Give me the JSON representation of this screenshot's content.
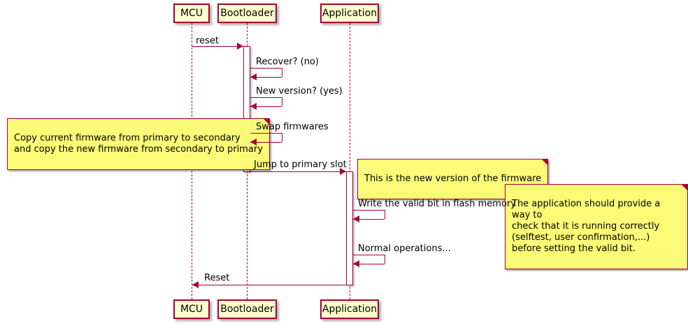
{
  "participants": {
    "mcu": "MCU",
    "bootloader": "Bootloader",
    "application": "Application"
  },
  "messages": {
    "reset": "reset",
    "recover": "Recover? (no)",
    "new_version": "New version? (yes)",
    "swap": "Swap firmwares",
    "jump": "Jump to primary slot",
    "write_valid": "Write the valid bit in flash memory",
    "normal_ops": "Normal operations...",
    "reset_back": "Reset"
  },
  "notes": {
    "copy_firmware": "Copy current firmware from primary to secondary\nand copy the new firmware from secondary to primary",
    "new_firmware": "This is the new version of the firmware",
    "valid_bit": "The application should provide a way to\ncheck that it is running correctly\n(selftest, user confirmation,...)\nbefore setting the valid bit."
  },
  "colors": {
    "border": "#A80036",
    "participant_fill": "#FEFECE",
    "note_fill": "#FBFB77"
  }
}
